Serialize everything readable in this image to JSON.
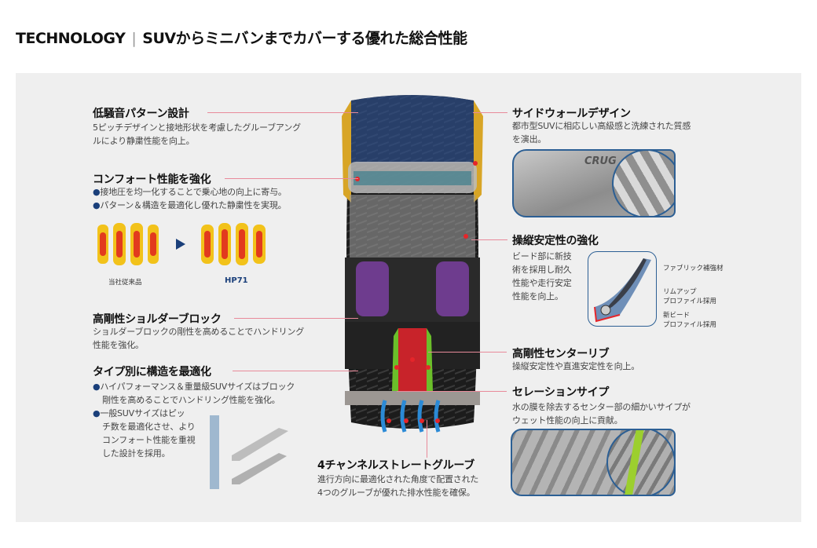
{
  "header": {
    "title_en": "TECHNOLOGY",
    "title_jp": "SUVからミニバンまでカバーする優れた総合性能"
  },
  "features": {
    "low_noise": {
      "title": "低騒音パターン設計",
      "desc": [
        "5ピッチデザインと接地形状を考慮したグルーブアング",
        "ルにより静粛性能を向上。"
      ]
    },
    "comfort": {
      "title": "コンフォート性能を強化",
      "bullets": [
        "接地圧を均一化することで乗心地の向上に寄与。",
        "パターン＆構造を最適化し優れた静粛性を実現。"
      ],
      "compare_left": "当社従来品",
      "compare_right": "HP71"
    },
    "shoulder": {
      "title": "高剛性ショルダーブロック",
      "desc": [
        "ショルダーブロックの剛性を高めることでハンドリング",
        "性能を強化。"
      ]
    },
    "type": {
      "title": "タイプ別に構造を最適化",
      "bullet1": [
        "ハイパフォーマンス＆重量級SUVサイズはブロック",
        "剛性を高めることでハンドリング性能を強化。"
      ],
      "bullet2": [
        "一般SUVサイズはピッ",
        "チ数を最適化させ、より",
        "コンフォート性能を重視",
        "した設計を採用。"
      ]
    },
    "sidewall": {
      "title": "サイドウォールデザイン",
      "desc": [
        "都市型SUVに相応しい高級感と洗練された質感",
        "を演出。"
      ],
      "logo_text": "CRUG"
    },
    "handling": {
      "title": "操縦安定性の強化",
      "desc": [
        "ビード部に新技",
        "術を採用し耐久",
        "性能や走行安定",
        "性能を向上。"
      ],
      "labels": {
        "fabric": "ファブリック補強材",
        "rimup": [
          "リムアップ",
          "プロファイル採用"
        ],
        "bead": [
          "新ビード",
          "プロファイル採用"
        ]
      }
    },
    "center_rib": {
      "title": "高剛性センターリブ",
      "desc": [
        "操縦安定性や直進安定性を向上。"
      ]
    },
    "sipe": {
      "title": "セレーションサイプ",
      "desc": [
        "水の膜を除去するセンター部の細かいサイプが",
        "ウェット性能の向上に貢献。"
      ]
    },
    "grooves": {
      "title": "4チャンネルストレートグルーブ",
      "desc": [
        "進行方向に最適化された角度で配置された",
        "4つのグルーブが優れた排水性能を確保。"
      ]
    }
  },
  "colors": {
    "accent_line": "#e88a9a",
    "bullet": "#1a3f7a",
    "frame": "#2c5f94"
  }
}
